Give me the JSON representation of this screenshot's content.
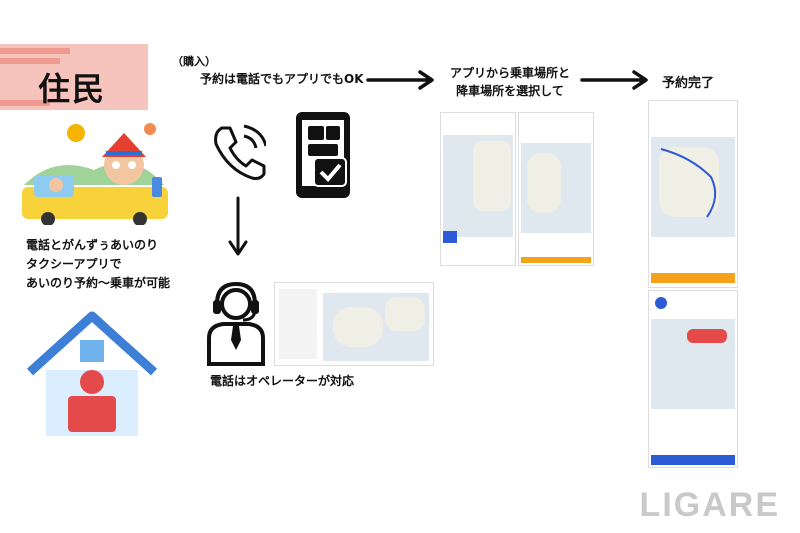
{
  "resident": {
    "title": "住民",
    "caption_lines": [
      "電話とがんずぅあいのり",
      "タクシーアプリで",
      "あいのり予約〜乗車が可能"
    ]
  },
  "flow": {
    "purchase_label": "（購入）",
    "step1_label": "予約は電話でもアプリでもOK",
    "step2_lines": [
      "アプリから乗車場所と",
      "降車場所を選択して"
    ],
    "step3_label": "予約完了",
    "operator_label": "電話はオペレーターが対応"
  },
  "watermark": "LIGARE",
  "colors": {
    "accent_blue": "#2d5bd6",
    "accent_orange": "#f5a21b",
    "header_pink": "#f6c3bd",
    "house_blue": "#3d7fd6",
    "person_red": "#e44a4a"
  },
  "icons": [
    "phone-icon",
    "smartphone-check-icon",
    "operator-icon",
    "house-icon",
    "taxi-illustration-icon",
    "arrow-right-icon",
    "arrow-down-icon"
  ]
}
